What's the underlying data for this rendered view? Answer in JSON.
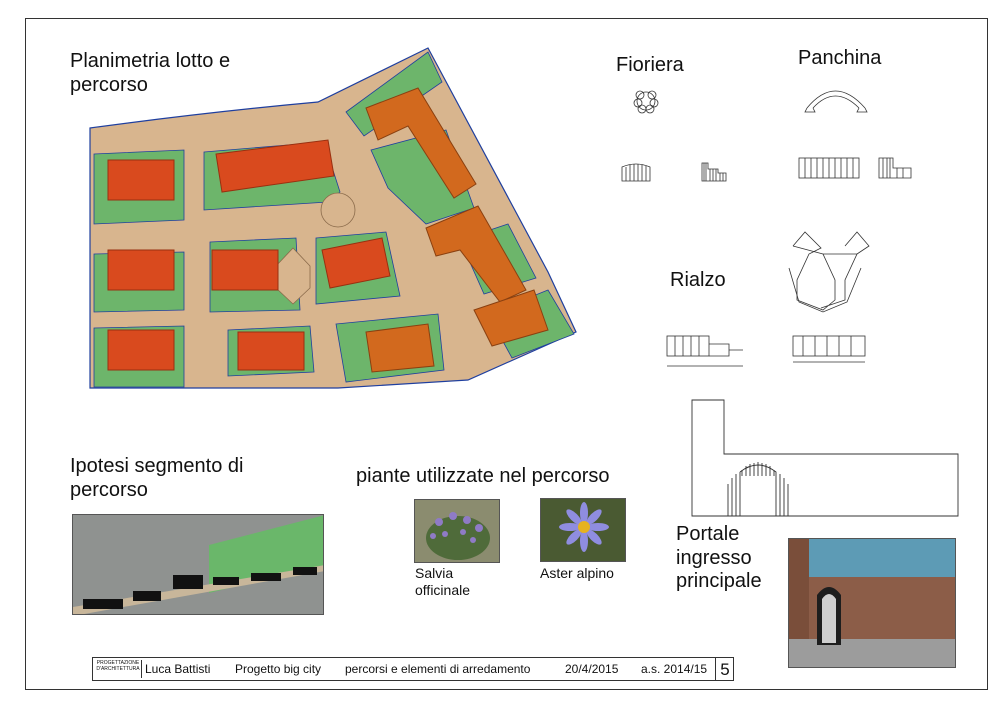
{
  "headings": {
    "site_plan": [
      "Planimetria lotto e",
      "percorso"
    ],
    "planter": "Fioriera",
    "bench": "Panchina",
    "raised": "Rialzo",
    "segment": [
      "Ipotesi segmento di",
      "percorso"
    ],
    "plants": "piante utilizzate nel percorso",
    "portal": [
      "Portale",
      "ingresso",
      "principale"
    ]
  },
  "plants": [
    {
      "name": [
        "Salvia",
        "officinale"
      ]
    },
    {
      "name": [
        "Aster alpino"
      ]
    }
  ],
  "title_block": {
    "logo_text": "PROGETTAZIONE D'ARCHITETTURA",
    "author": "Luca Battisti",
    "project": "Progetto big city",
    "subject": "percorsi e elementi di arredamento",
    "date": "20/4/2015",
    "year": "a.s. 2014/15",
    "sheet": "5"
  },
  "colors": {
    "grass": "#6db56b",
    "path": "#d8b58e",
    "building_red": "#d94a1e",
    "building_orange": "#d2691e",
    "outline": "#1f3f9f"
  }
}
